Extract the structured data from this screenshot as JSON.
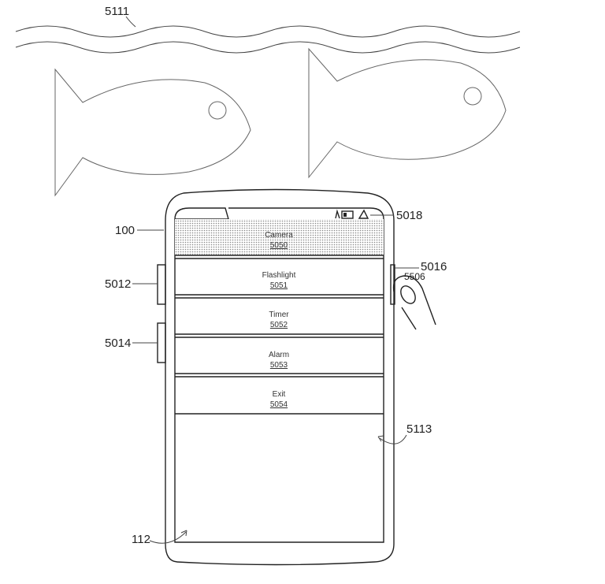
{
  "refs": {
    "water": "5111",
    "device": "100",
    "status": "5018",
    "side_button_right": "5016",
    "contact": "5506",
    "button_upper": "5012",
    "button_lower": "5014",
    "region": "5113",
    "display": "112"
  },
  "menu": [
    {
      "label": "Camera",
      "num": "5050",
      "highlighted": true
    },
    {
      "label": "Flashlight",
      "num": "5051",
      "highlighted": false
    },
    {
      "label": "Timer",
      "num": "5052",
      "highlighted": false
    },
    {
      "label": "Alarm",
      "num": "5053",
      "highlighted": false
    },
    {
      "label": "Exit",
      "num": "5054",
      "highlighted": false
    }
  ],
  "colors": {
    "line": "#222222",
    "highlight_dots": "#888888"
  }
}
